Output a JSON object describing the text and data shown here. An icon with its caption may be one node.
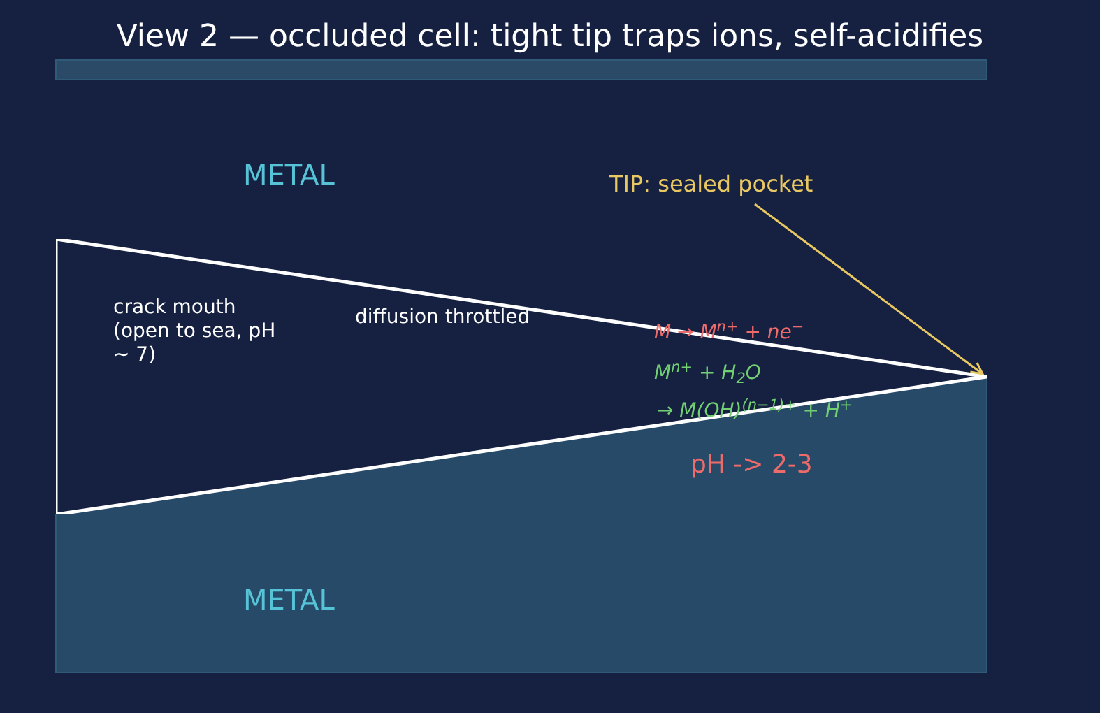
{
  "diagram": {
    "title": "View 2 — occluded cell: tight tip traps ions, self-acidifies",
    "nodes": [
      {
        "text": [
          "crack mouth (open to sea, pH ~ 7)"
        ]
      },
      {
        "text": [
          "TIP: sealed pocket"
        ]
      }
    ],
    "edges": [
      {
        "from": 1,
        "to": 0,
        "arrow": "to",
        "color": "#e8c862"
      }
    ],
    "labels": [
      "METAL",
      "diffusion throttled",
      "M → M$^{n+}$ + ne$^{−}$",
      "M$^{n+}$ + H$_{2}$O",
      "→ M(OH)$^{(n−1)+}$ + H$^{+}$",
      "pH -> 2-3",
      "METAL"
    ]
  }
}
